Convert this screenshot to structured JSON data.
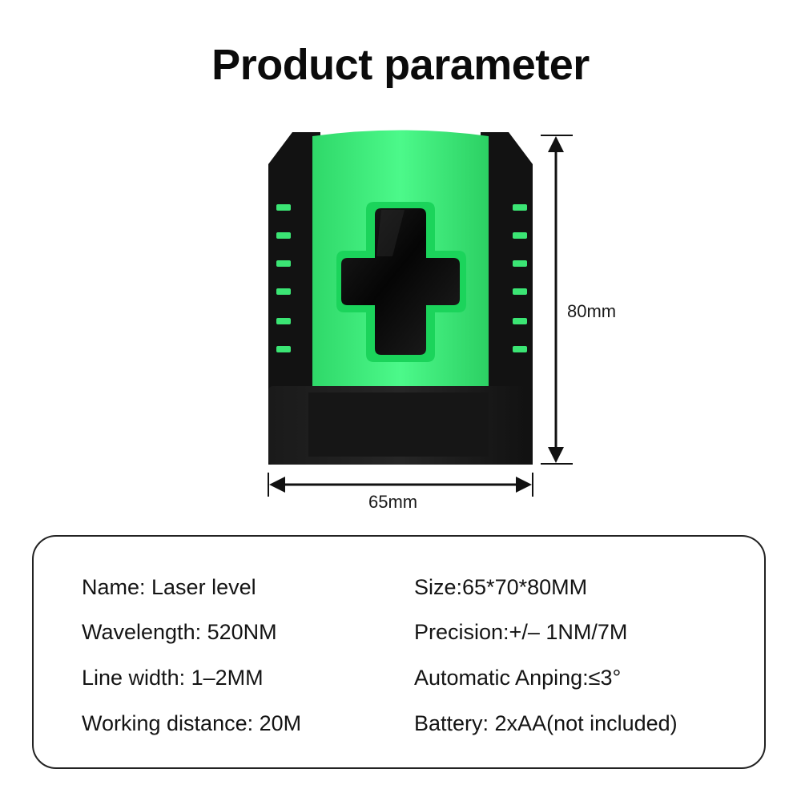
{
  "header": {
    "title": "Product parameter"
  },
  "product": {
    "image_subject": "green cross line laser level",
    "colors": {
      "housing": "#111111",
      "body_green": "#3df27a",
      "window": "#0a0a0a"
    }
  },
  "dimensions": {
    "height_label": "80mm",
    "width_label": "65mm"
  },
  "specs": {
    "name": "Name: Laser level",
    "wavelength": "Wavelength: 520NM",
    "line_width": "Line width: 1–2MM",
    "working_distance": "Working distance: 20M",
    "size": "Size:65*70*80MM",
    "precision": "Precision:+/– 1NM/7M",
    "auto_leveling": "Automatic Anping:≤3°",
    "battery": "Battery: 2xAA(not included)"
  }
}
